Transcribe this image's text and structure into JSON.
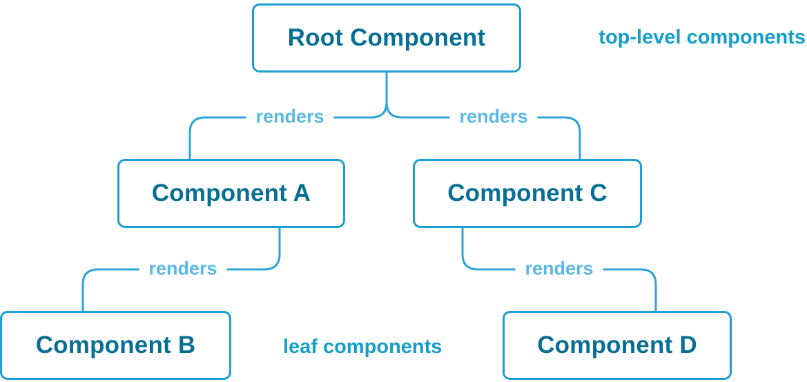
{
  "diagram": {
    "nodes": {
      "root": {
        "label": "Root Component"
      },
      "a": {
        "label": "Component A"
      },
      "b": {
        "label": "Component B"
      },
      "c": {
        "label": "Component C"
      },
      "d": {
        "label": "Component D"
      }
    },
    "edges": {
      "root_a": {
        "label": "renders"
      },
      "root_c": {
        "label": "renders"
      },
      "a_b": {
        "label": "renders"
      },
      "c_d": {
        "label": "renders"
      }
    },
    "annotations": {
      "top": {
        "label": "top-level components"
      },
      "bottom": {
        "label": "leaf components"
      }
    },
    "colors": {
      "node_border": "#1a9ed6",
      "node_text": "#076e94",
      "edge_line": "#2fa4da",
      "edge_label_text": "#5ab8e6",
      "annotation_text": "#149eca",
      "background": "#ffffff"
    }
  }
}
